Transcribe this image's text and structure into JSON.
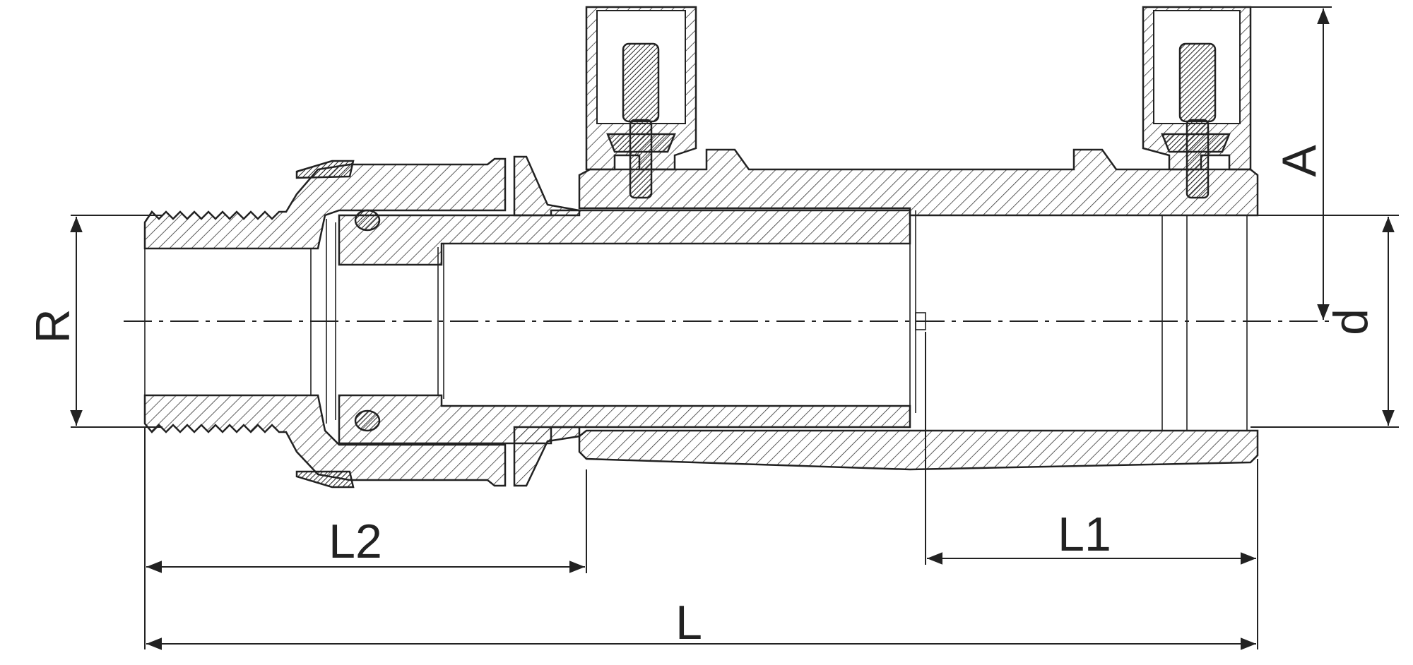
{
  "dimensions": {
    "R": "R",
    "d": "d",
    "A": "A",
    "L": "L",
    "L1": "L1",
    "L2": "L2"
  }
}
